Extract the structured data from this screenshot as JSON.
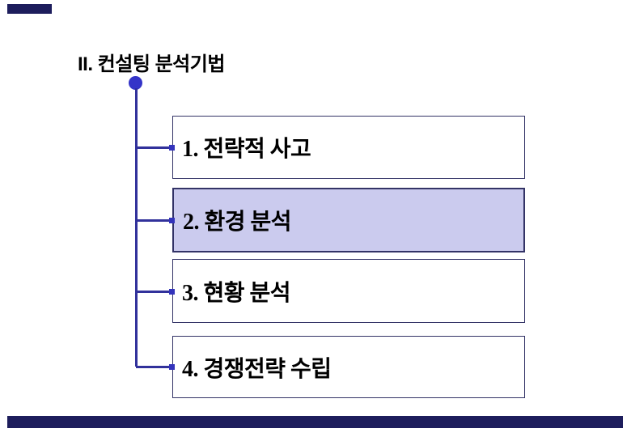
{
  "slide": {
    "title": "II. 컨설팅 분석기법",
    "items": [
      {
        "label": "1. 전략적 사고",
        "highlighted": false
      },
      {
        "label": "2. 환경 분석",
        "highlighted": true
      },
      {
        "label": "3. 현황 분석",
        "highlighted": false
      },
      {
        "label": "4. 경쟁전략 수립",
        "highlighted": false
      }
    ],
    "colors": {
      "background": "#ffffff",
      "accent_bar": "#1d1d5c",
      "connector_line": "#31319b",
      "root_node_dot": "#3434c8",
      "branch_node_square": "#3333bb",
      "box_border": "#333366",
      "highlight_fill": "#cbcbee",
      "text": "#000000"
    }
  }
}
